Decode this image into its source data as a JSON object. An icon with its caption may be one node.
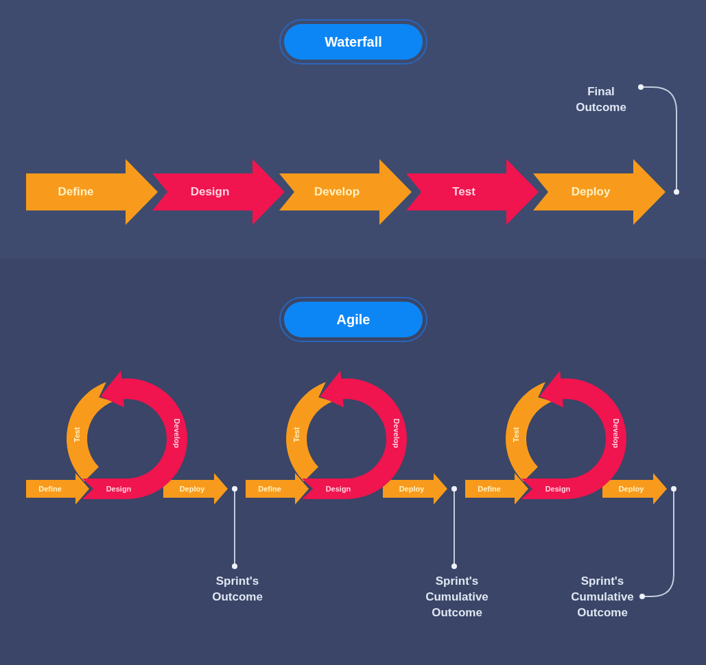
{
  "diagram": {
    "nodes": [
      {
        "text": [
          "Waterfall"
        ]
      },
      {
        "text": [
          "Define"
        ]
      },
      {
        "text": [
          "Design"
        ]
      },
      {
        "text": [
          "Develop"
        ]
      },
      {
        "text": [
          "Test"
        ]
      },
      {
        "text": [
          "Deploy"
        ]
      },
      {
        "text": [
          "Final Outcome"
        ]
      },
      {
        "text": [
          "Agile"
        ]
      },
      {
        "text": [
          "Define"
        ]
      },
      {
        "text": [
          "Design"
        ]
      },
      {
        "text": [
          "Develop"
        ]
      },
      {
        "text": [
          "Test"
        ]
      },
      {
        "text": [
          "Deploy"
        ]
      },
      {
        "text": [
          "Sprint's Outcome"
        ]
      },
      {
        "text": [
          "Define"
        ]
      },
      {
        "text": [
          "Design"
        ]
      },
      {
        "text": [
          "Develop"
        ]
      },
      {
        "text": [
          "Test"
        ]
      },
      {
        "text": [
          "Deploy"
        ]
      },
      {
        "text": [
          "Sprint's Cumulative Outcome"
        ]
      },
      {
        "text": [
          "Define"
        ]
      },
      {
        "text": [
          "Design"
        ]
      },
      {
        "text": [
          "Develop"
        ]
      },
      {
        "text": [
          "Test"
        ]
      },
      {
        "text": [
          "Deploy"
        ]
      },
      {
        "text": [
          "Sprint's Cumulative Outcome"
        ]
      }
    ],
    "edges": [
      {
        "from": 6,
        "to": 5,
        "arrow": "other"
      },
      {
        "from": 13,
        "to": 12,
        "arrow": "other"
      },
      {
        "from": 19,
        "to": 18,
        "arrow": "other"
      },
      {
        "from": 25,
        "to": 24,
        "arrow": "other"
      }
    ]
  }
}
